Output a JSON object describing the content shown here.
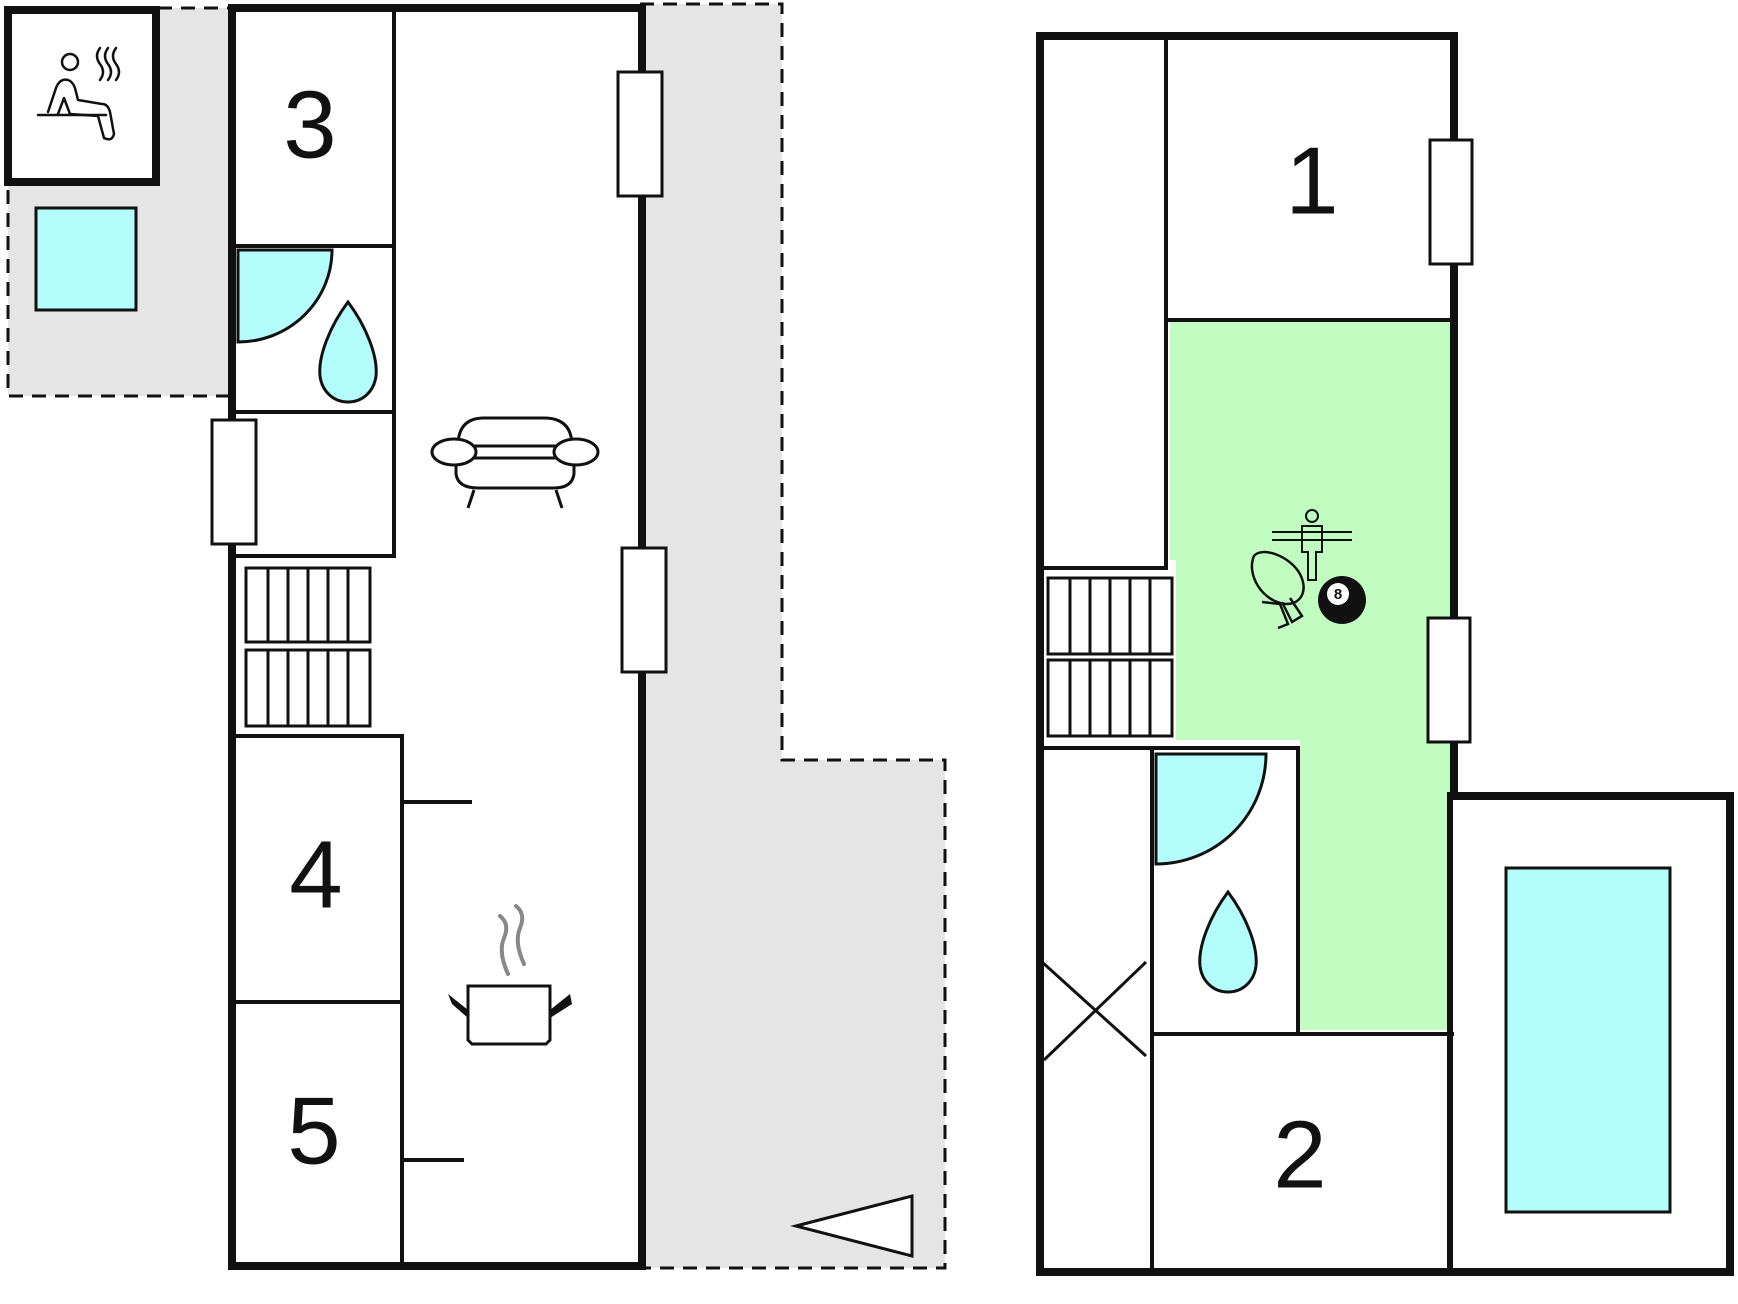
{
  "floor_plan": {
    "colors": {
      "wall": "#111111",
      "terrace": "#e5e5e5",
      "water": "#b3fdfd",
      "activity_area": "#c1fdc1",
      "background": "#ffffff"
    },
    "rooms": [
      {
        "id": "room-1",
        "label": "1"
      },
      {
        "id": "room-2",
        "label": "2"
      },
      {
        "id": "room-3",
        "label": "3"
      },
      {
        "id": "room-4",
        "label": "4"
      },
      {
        "id": "room-5",
        "label": "5"
      }
    ],
    "billiard_ball_number": "8",
    "icons": [
      "sauna-icon",
      "sofa-icon",
      "cooking-pot-icon",
      "water-drop-icon",
      "table-tennis-icon",
      "table-football-icon",
      "billiard-ball-icon",
      "door-swing-icon",
      "window-icon",
      "stairs-icon",
      "north-arrow-icon",
      "pool-icon",
      "hot-tub-icon"
    ]
  }
}
